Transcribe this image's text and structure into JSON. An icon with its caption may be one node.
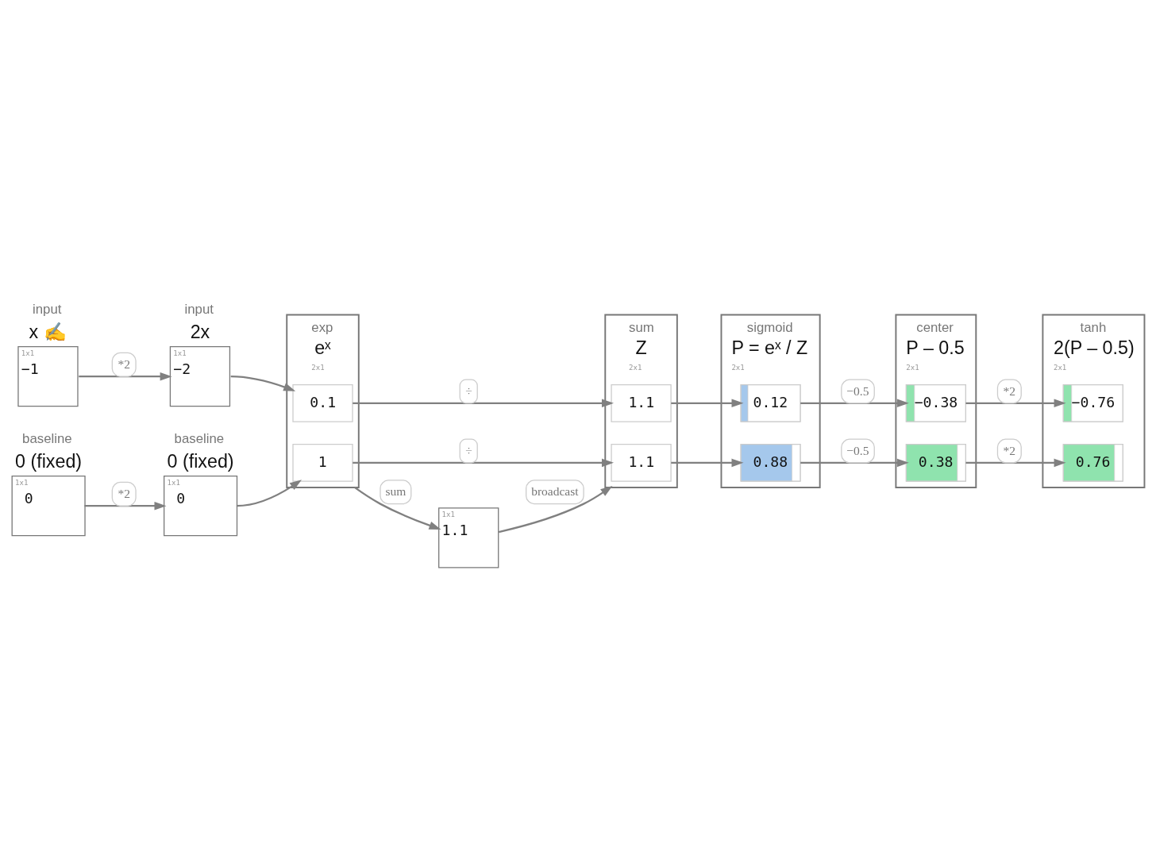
{
  "diagram": {
    "nodes": [
      {
        "text": [
          "input",
          "x ✍",
          "1x1",
          "−1"
        ]
      },
      {
        "text": [
          "baseline",
          "0 (fixed)",
          "1x1",
          "0"
        ]
      },
      {
        "text": [
          "input",
          "2x",
          "1x1",
          "−2"
        ]
      },
      {
        "text": [
          "baseline",
          "0 (fixed)",
          "1x1",
          "0"
        ]
      },
      {
        "text": [
          "exp",
          "eˣ",
          "2x1"
        ]
      },
      {
        "text": [
          "0.1"
        ],
        "in": 4
      },
      {
        "text": [
          "1"
        ],
        "in": 4
      },
      {
        "text": [
          "sum",
          "Z",
          "2x1"
        ]
      },
      {
        "text": [
          "1.1"
        ],
        "in": 7
      },
      {
        "text": [
          "1.1"
        ],
        "in": 7
      },
      {
        "text": [
          "sigmoid",
          "P = eˣ / Z",
          "2x1"
        ]
      },
      {
        "text": [
          "0.12"
        ],
        "in": 10
      },
      {
        "text": [
          "0.88"
        ],
        "in": 10
      },
      {
        "text": [
          "1x1",
          "1.1"
        ]
      },
      {
        "text": [
          "center",
          "P – 0.5",
          "2x1"
        ]
      },
      {
        "text": [
          "−0.38"
        ],
        "in": 14
      },
      {
        "text": [
          "0.38"
        ],
        "in": 14
      },
      {
        "text": [
          "tanh",
          "2(P – 0.5)",
          "2x1"
        ]
      },
      {
        "text": [
          "−0.76"
        ],
        "in": 17
      },
      {
        "text": [
          "0.76"
        ],
        "in": 17
      }
    ],
    "edges": [
      {
        "from": 0,
        "to": 2,
        "arrow": "to",
        "label": "*2"
      },
      {
        "from": 1,
        "to": 3,
        "arrow": "to",
        "label": "*2"
      },
      {
        "from": 2,
        "to": 5,
        "arrow": "to"
      },
      {
        "from": 3,
        "to": 6,
        "arrow": "to"
      },
      {
        "from": 5,
        "to": 8,
        "arrow": "to",
        "label": "÷"
      },
      {
        "from": 6,
        "to": 9,
        "arrow": "to",
        "label": "÷"
      },
      {
        "from": 4,
        "to": 13,
        "arrow": "to",
        "label": "sum"
      },
      {
        "from": 13,
        "to": 7,
        "arrow": "to",
        "label": "broadcast"
      },
      {
        "from": 8,
        "to": 11,
        "arrow": "to"
      },
      {
        "from": 9,
        "to": 12,
        "arrow": "to"
      },
      {
        "from": 11,
        "to": 15,
        "arrow": "to",
        "label": "−0.5"
      },
      {
        "from": 12,
        "to": 16,
        "arrow": "to",
        "label": "−0.5"
      },
      {
        "from": 15,
        "to": 18,
        "arrow": "to",
        "label": "*2"
      },
      {
        "from": 16,
        "to": 19,
        "arrow": "to",
        "label": "*2"
      }
    ]
  }
}
